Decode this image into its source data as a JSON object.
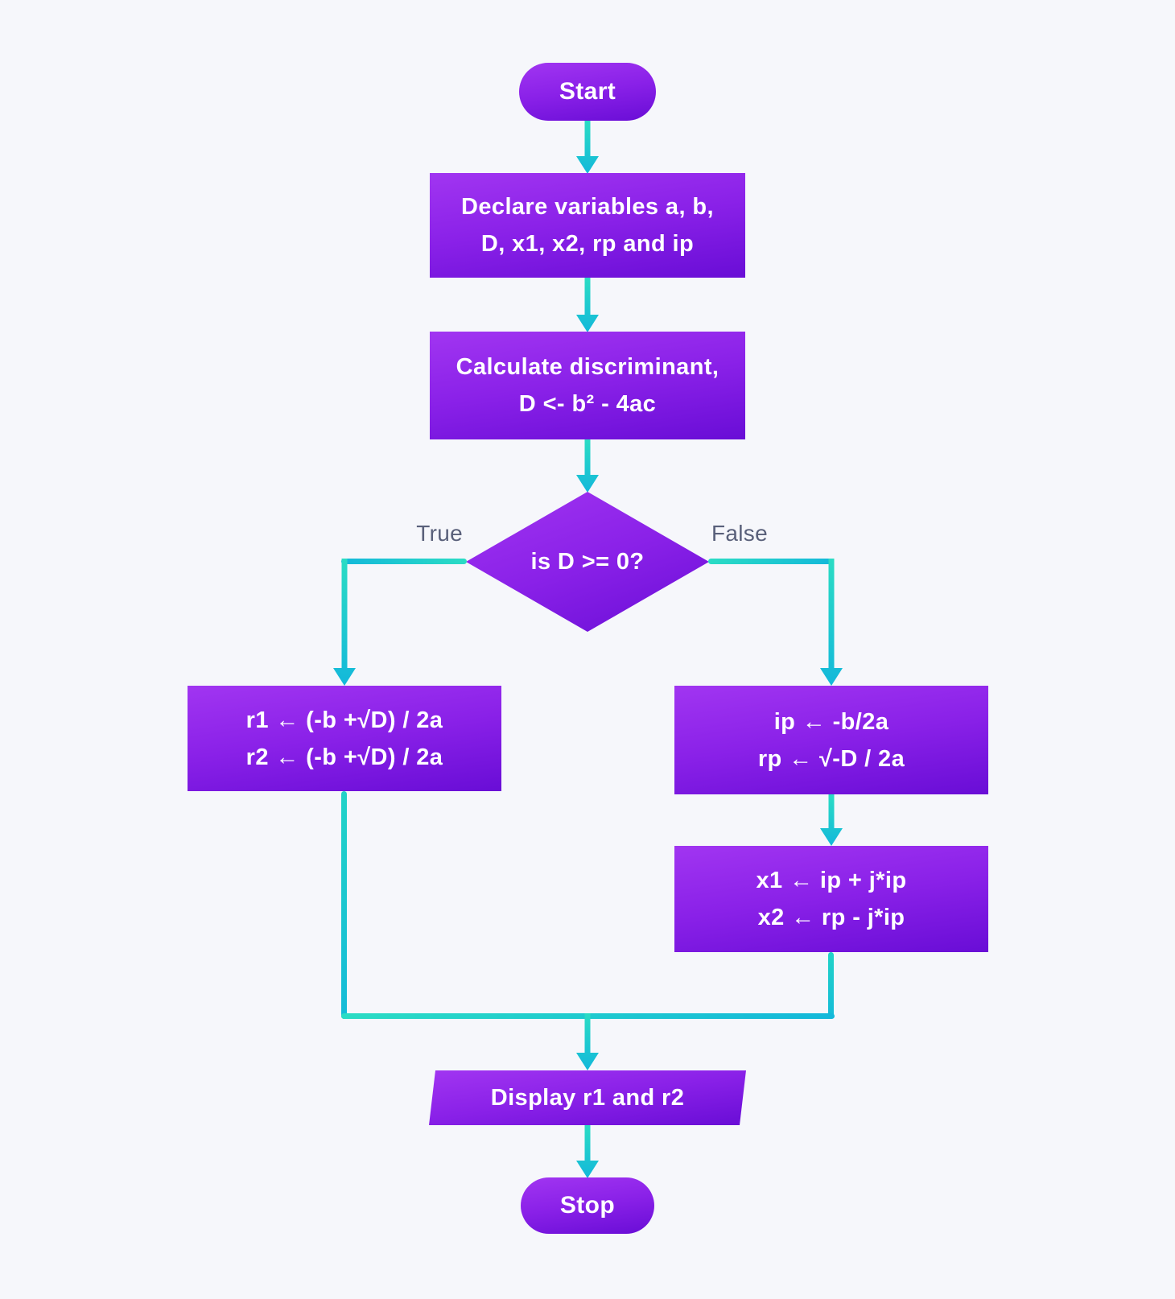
{
  "flow": {
    "start": {
      "label": "Start"
    },
    "declare": {
      "lines": [
        "Declare variables a, b,",
        "D, x1, x2, rp and ip"
      ]
    },
    "discriminant": {
      "lines": [
        "Calculate discriminant,",
        "D <- b² - 4ac"
      ]
    },
    "decision": {
      "label": "is D >= 0?",
      "true_label": "True",
      "false_label": "False"
    },
    "real_roots": {
      "lines": [
        "r1 ← (-b +√D) / 2a",
        "r2 ← (-b +√D) / 2a"
      ]
    },
    "imaginary_parts": {
      "lines": [
        "ip ← -b/2a",
        "rp ← √-D / 2a"
      ]
    },
    "complex_roots": {
      "lines": [
        "x1 ← ip + j*ip",
        "x2 ← rp - j*ip"
      ]
    },
    "display": {
      "label": "Display r1 and r2"
    },
    "stop": {
      "label": "Stop"
    }
  },
  "colors": {
    "background": "#F6F7FB",
    "node_gradient_top": "#A135F1",
    "node_gradient_bottom": "#690DD6",
    "connector_teal": "#2BDCC4",
    "connector_cyan": "#13B8DA",
    "branch_label": "#59607A",
    "node_text": "#FFFFFF"
  }
}
